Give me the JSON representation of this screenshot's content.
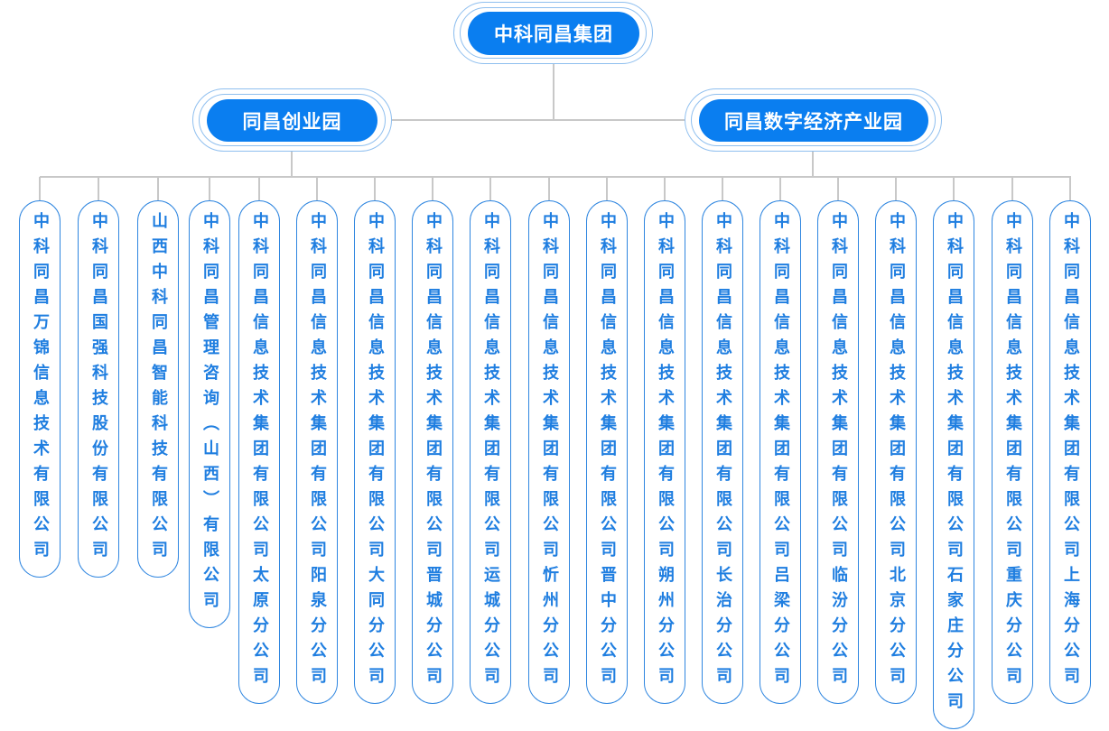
{
  "root": {
    "label": "中科同昌集团"
  },
  "parks": [
    {
      "label": "同昌创业园"
    },
    {
      "label": "同昌数字经济产业园"
    }
  ],
  "companies": [
    "中科同昌万锦信息技术有限公司",
    "中科同昌国强科技股份有限公司",
    "山西中科同昌智能科技有限公司",
    "中科同昌管理咨询（山西）有限公司",
    "中科同昌信息技术集团有限公司太原分公司",
    "中科同昌信息技术集团有限公司阳泉分公司",
    "中科同昌信息技术集团有限公司大同分公司",
    "中科同昌信息技术集团有限公司晋城分公司",
    "中科同昌信息技术集团有限公司运城分公司",
    "中科同昌信息技术集团有限公司忻州分公司",
    "中科同昌信息技术集团有限公司晋中分公司",
    "中科同昌信息技术集团有限公司朔州分公司",
    "中科同昌信息技术集团有限公司长治分公司",
    "中科同昌信息技术集团有限公司吕梁分公司",
    "中科同昌信息技术集团有限公司临汾分公司",
    "中科同昌信息技术集团有限公司北京分公司",
    "中科同昌信息技术集团有限公司石家庄分公司",
    "中科同昌信息技术集团有限公司重庆分公司",
    "中科同昌信息技术集团有限公司上海分公司"
  ],
  "colors": {
    "node": "#0a7ef0",
    "pill_border": "#2f86e0",
    "pill_text": "#1f7ee0",
    "connector": "#c8c8c8"
  }
}
